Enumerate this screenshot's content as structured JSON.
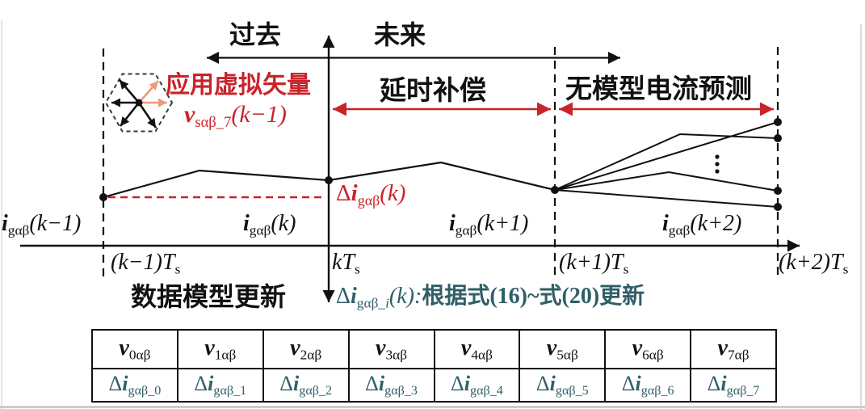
{
  "colors": {
    "red": "#c9232b",
    "salmon": "#eb9b7b",
    "teal": "#2f5f68",
    "ink": "#111111"
  },
  "top": {
    "past": "过去",
    "future": "未来"
  },
  "phases": {
    "apply_virtual_vector": "应用虚拟矢量",
    "vector": {
      "v": "v",
      "sub": "sαβ_7",
      "tail": "(k−1)"
    },
    "delay_compensation": "延时补偿",
    "model_free_prediction": "无模型电流预测"
  },
  "delta_current": {
    "delta": "Δ",
    "i": "i",
    "sub": "gαβ",
    "tail": "(k)"
  },
  "currents": [
    {
      "i": "i",
      "sub": "gαβ",
      "tail": "(k−1)"
    },
    {
      "i": "i",
      "sub": "gαβ",
      "tail": "(k)"
    },
    {
      "i": "i",
      "sub": "gαβ",
      "tail": "(k+1)"
    },
    {
      "i": "i",
      "sub": "gαβ",
      "tail": "(k+2)"
    }
  ],
  "ticks": [
    {
      "pre": "(k−1)",
      "T": "T",
      "sub": "s"
    },
    {
      "pre": "k",
      "T": "T",
      "sub": "s"
    },
    {
      "pre": "(k+1)",
      "T": "T",
      "sub": "s"
    },
    {
      "pre": "(k+2)",
      "T": "T",
      "sub": "s"
    }
  ],
  "bottom": {
    "data_model_update": "数据模型更新",
    "update_rule": {
      "delta": "Δ",
      "i": "i",
      "sub": "gαβ_",
      "subi": "i",
      "tail": "(k):",
      "text": "根据式(16)~式(20)更新"
    }
  },
  "table": {
    "headers": [
      {
        "v": "v",
        "sub": "0αβ"
      },
      {
        "v": "v",
        "sub": "1αβ"
      },
      {
        "v": "v",
        "sub": "2αβ"
      },
      {
        "v": "v",
        "sub": "3αβ"
      },
      {
        "v": "v",
        "sub": "4αβ"
      },
      {
        "v": "v",
        "sub": "5αβ"
      },
      {
        "v": "v",
        "sub": "6αβ"
      },
      {
        "v": "v",
        "sub": "7αβ"
      }
    ],
    "values": [
      {
        "d": "Δ",
        "i": "i",
        "sub": "gαβ_0"
      },
      {
        "d": "Δ",
        "i": "i",
        "sub": "gαβ_1"
      },
      {
        "d": "Δ",
        "i": "i",
        "sub": "gαβ_2"
      },
      {
        "d": "Δ",
        "i": "i",
        "sub": "gαβ_3"
      },
      {
        "d": "Δ",
        "i": "i",
        "sub": "gαβ_4"
      },
      {
        "d": "Δ",
        "i": "i",
        "sub": "gαβ_5"
      },
      {
        "d": "Δ",
        "i": "i",
        "sub": "gαβ_6"
      },
      {
        "d": "Δ",
        "i": "i",
        "sub": "gαβ_7"
      }
    ]
  }
}
